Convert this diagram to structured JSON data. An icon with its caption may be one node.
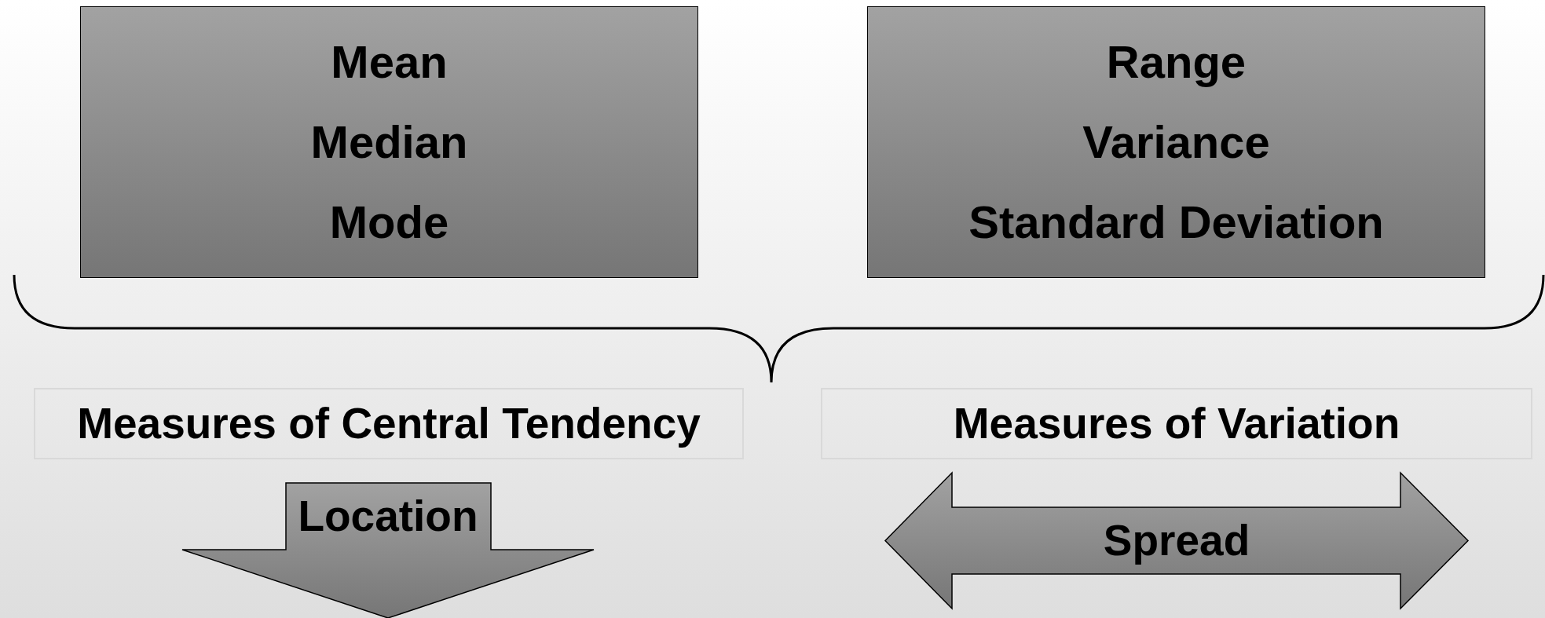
{
  "diagram": {
    "nodes": [
      {
        "text": [
          "Mean",
          "Median",
          "Mode"
        ]
      },
      {
        "text": [
          "Range",
          "Variance",
          "Standard Deviation"
        ]
      },
      {
        "text": [
          "Measures of Central Tendency"
        ]
      },
      {
        "text": [
          "Measures of Variation"
        ]
      },
      {
        "text": [
          "Location"
        ]
      },
      {
        "text": [
          "Spread"
        ]
      }
    ]
  }
}
